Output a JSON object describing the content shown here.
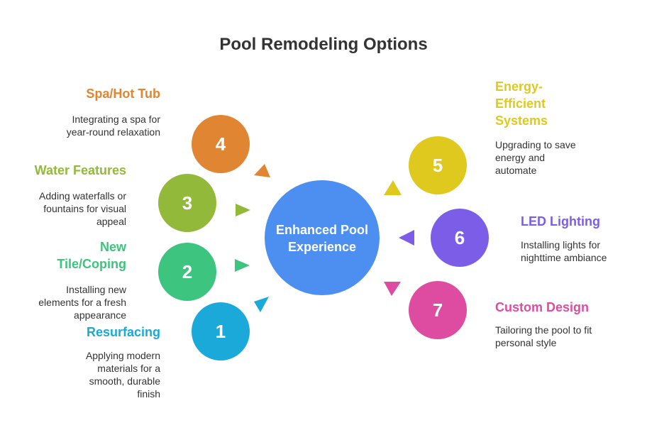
{
  "title": "Pool Remodeling Options",
  "center": {
    "line1": "Enhanced Pool",
    "line2": "Experience",
    "color": "#4d8ff0"
  },
  "options": [
    {
      "number": "1",
      "title": "Resurfacing",
      "description": "Applying modern materials for a smooth, durable finish",
      "color": "#1aa9d8"
    },
    {
      "number": "2",
      "title": "New Tile/Coping",
      "description": "Installing new elements for a fresh appearance",
      "color": "#3dc47e"
    },
    {
      "number": "3",
      "title": "Water Features",
      "description": "Adding waterfalls or fountains for visual appeal",
      "color": "#93b93a"
    },
    {
      "number": "4",
      "title": "Spa/Hot Tub",
      "description": "Integrating a spa for year-round relaxation",
      "color": "#e08632"
    },
    {
      "number": "5",
      "title": "Energy-Efficient Systems",
      "description": "Upgrading to save energy and automate",
      "color": "#dfc91f"
    },
    {
      "number": "6",
      "title": "LED Lighting",
      "description": "Installing lights for nighttime ambiance",
      "color": "#7b5de8"
    },
    {
      "number": "7",
      "title": "Custom Design",
      "description": "Tailoring the pool to fit personal style",
      "color": "#de4ca2"
    }
  ]
}
